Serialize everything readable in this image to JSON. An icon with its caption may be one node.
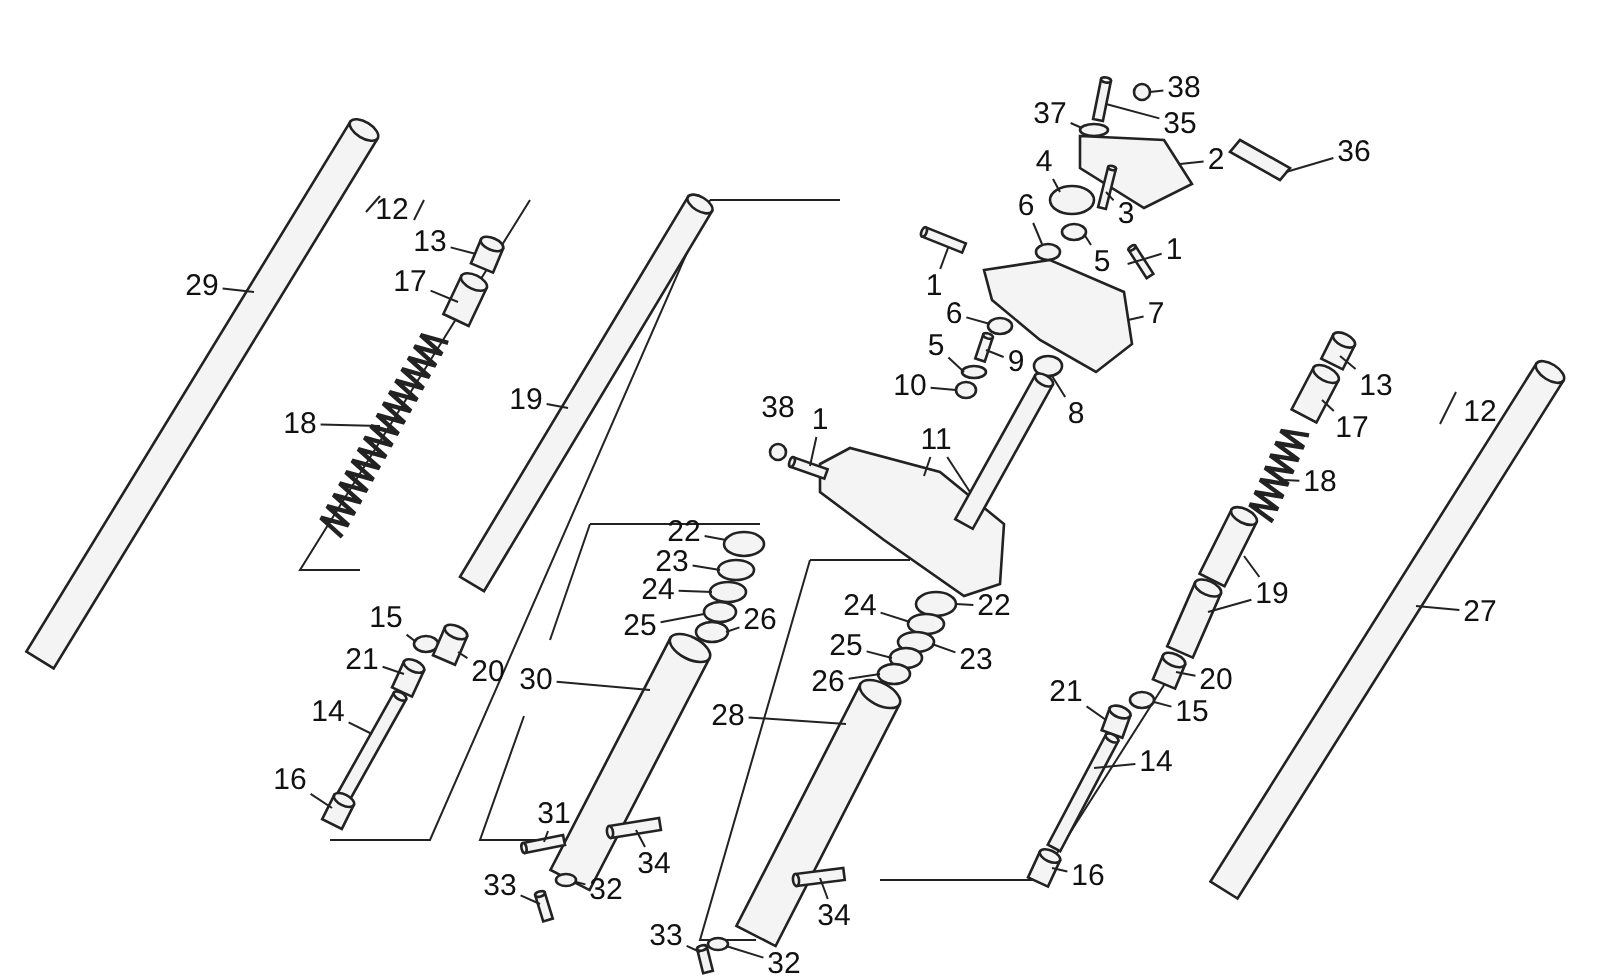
{
  "diagram": {
    "nodes": [
      {
        "text": [
          "38"
        ]
      },
      {
        "text": [
          "37"
        ]
      },
      {
        "text": [
          "35"
        ]
      },
      {
        "text": [
          "2"
        ]
      },
      {
        "text": [
          "36"
        ]
      },
      {
        "text": [
          "4"
        ]
      },
      {
        "text": [
          "6"
        ]
      },
      {
        "text": [
          "12"
        ]
      },
      {
        "text": [
          "3"
        ]
      },
      {
        "text": [
          "13"
        ]
      },
      {
        "text": [
          "5"
        ]
      },
      {
        "text": [
          "1"
        ]
      },
      {
        "text": [
          "17"
        ]
      },
      {
        "text": [
          "29"
        ]
      },
      {
        "text": [
          "1"
        ]
      },
      {
        "text": [
          "7"
        ]
      },
      {
        "text": [
          "6"
        ]
      },
      {
        "text": [
          "5"
        ]
      },
      {
        "text": [
          "9"
        ]
      },
      {
        "text": [
          "10"
        ]
      },
      {
        "text": [
          "13"
        ]
      },
      {
        "text": [
          "19"
        ]
      },
      {
        "text": [
          "38"
        ]
      },
      {
        "text": [
          "12"
        ]
      },
      {
        "text": [
          "8"
        ]
      },
      {
        "text": [
          "1"
        ]
      },
      {
        "text": [
          "18"
        ]
      },
      {
        "text": [
          "17"
        ]
      },
      {
        "text": [
          "11"
        ]
      },
      {
        "text": [
          "18"
        ]
      },
      {
        "text": [
          "22"
        ]
      },
      {
        "text": [
          "23"
        ]
      },
      {
        "text": [
          "24"
        ]
      },
      {
        "text": [
          "19"
        ]
      },
      {
        "text": [
          "24"
        ]
      },
      {
        "text": [
          "27"
        ]
      },
      {
        "text": [
          "26"
        ]
      },
      {
        "text": [
          "15"
        ]
      },
      {
        "text": [
          "25"
        ]
      },
      {
        "text": [
          "22"
        ]
      },
      {
        "text": [
          "23"
        ]
      },
      {
        "text": [
          "20"
        ]
      },
      {
        "text": [
          "21"
        ]
      },
      {
        "text": [
          "20"
        ]
      },
      {
        "text": [
          "25"
        ]
      },
      {
        "text": [
          "26"
        ]
      },
      {
        "text": [
          "30"
        ]
      },
      {
        "text": [
          "21"
        ]
      },
      {
        "text": [
          "15"
        ]
      },
      {
        "text": [
          "28"
        ]
      },
      {
        "text": [
          "14"
        ]
      },
      {
        "text": [
          "14"
        ]
      },
      {
        "text": [
          "16"
        ]
      },
      {
        "text": [
          "31"
        ]
      },
      {
        "text": [
          "34"
        ]
      },
      {
        "text": [
          "16"
        ]
      },
      {
        "text": [
          "33"
        ]
      },
      {
        "text": [
          "32"
        ]
      },
      {
        "text": [
          "34"
        ]
      },
      {
        "text": [
          "33"
        ]
      },
      {
        "text": [
          "32"
        ]
      },
      {
        "text": [],
        "shape": "circle"
      },
      {
        "text": [],
        "shape": "cylinder"
      },
      {
        "text": [],
        "shape": "circle"
      },
      {
        "text": [],
        "shape": "box"
      },
      {
        "text": [],
        "shape": "box"
      },
      {
        "text": [],
        "shape": "circle"
      },
      {
        "text": [],
        "shape": "cylinder"
      },
      {
        "text": [],
        "shape": "circle"
      },
      {
        "text": [],
        "shape": "circle"
      },
      {
        "text": [],
        "shape": "cylinder"
      },
      {
        "text": [],
        "shape": "cylinder"
      },
      {
        "text": [],
        "shape": "box"
      },
      {
        "text": [],
        "shape": "circle"
      },
      {
        "text": [],
        "shape": "cylinder"
      },
      {
        "text": [],
        "shape": "circle"
      },
      {
        "text": [],
        "shape": "circle"
      },
      {
        "text": [],
        "shape": "circle"
      },
      {
        "text": [],
        "shape": "picture"
      },
      {
        "text": [],
        "shape": "cylinder"
      },
      {
        "text": [],
        "shape": "cylinder"
      },
      {
        "text": [],
        "shape": "cylinder"
      },
      {
        "text": [],
        "shape": "cylinder"
      },
      {
        "text": [],
        "shape": "cylinder"
      },
      {
        "text": [],
        "shape": "picture"
      },
      {
        "text": [],
        "shape": "cylinder"
      },
      {
        "text": [],
        "shape": "cylinder"
      },
      {
        "text": [],
        "shape": "picture"
      },
      {
        "text": [],
        "shape": "cylinder"
      },
      {
        "text": [],
        "shape": "cylinder"
      },
      {
        "text": [],
        "shape": "circle"
      },
      {
        "text": [],
        "shape": "circle"
      },
      {
        "text": [],
        "shape": "circle"
      },
      {
        "text": [],
        "shape": "circle"
      },
      {
        "text": [],
        "shape": "circle"
      },
      {
        "text": [],
        "shape": "cylinder"
      },
      {
        "text": [],
        "shape": "circle"
      },
      {
        "text": [],
        "shape": "circle"
      },
      {
        "text": [],
        "shape": "circle"
      },
      {
        "text": [],
        "shape": "circle"
      },
      {
        "text": [],
        "shape": "circle"
      },
      {
        "text": [],
        "shape": "cylinder"
      },
      {
        "text": [],
        "shape": "circle"
      },
      {
        "text": [],
        "shape": "cylinder"
      },
      {
        "text": [],
        "shape": "cylinder"
      },
      {
        "text": [],
        "shape": "cylinder"
      },
      {
        "text": [],
        "shape": "cylinder"
      },
      {
        "text": [],
        "shape": "cylinder"
      },
      {
        "text": [],
        "shape": "circle"
      },
      {
        "text": [],
        "shape": "cylinder"
      },
      {
        "text": [],
        "shape": "cylinder"
      },
      {
        "text": [],
        "shape": "cylinder"
      },
      {
        "text": [],
        "shape": "cylinder"
      },
      {
        "text": [],
        "shape": "cylinder"
      },
      {
        "text": [],
        "shape": "cylinder"
      },
      {
        "text": [],
        "shape": "circle"
      },
      {
        "text": [],
        "shape": "cylinder"
      },
      {
        "text": [],
        "shape": "cylinder"
      },
      {
        "text": [],
        "shape": "circle"
      },
      {
        "text": [],
        "shape": "cylinder"
      }
    ],
    "edges": [
      {
        "from": 0,
        "to": 61,
        "arrow": "none"
      },
      {
        "from": 1,
        "to": 63,
        "arrow": "none"
      },
      {
        "from": 2,
        "to": 62,
        "arrow": "none"
      },
      {
        "from": 3,
        "to": 64,
        "arrow": "none"
      },
      {
        "from": 4,
        "to": 65,
        "arrow": "none"
      },
      {
        "from": 5,
        "to": 66,
        "arrow": "none"
      },
      {
        "from": 6,
        "to": 69,
        "arrow": "none"
      },
      {
        "from": 8,
        "to": 67,
        "arrow": "none"
      },
      {
        "from": 9,
        "to": 80,
        "arrow": "none"
      },
      {
        "from": 10,
        "to": 68,
        "arrow": "none"
      },
      {
        "from": 11,
        "to": 70,
        "arrow": "none"
      },
      {
        "from": 12,
        "to": 81,
        "arrow": "none"
      },
      {
        "from": 13,
        "to": 82,
        "arrow": "none"
      },
      {
        "from": 14,
        "to": 71,
        "arrow": "none"
      },
      {
        "from": 15,
        "to": 72,
        "arrow": "none"
      },
      {
        "from": 16,
        "to": 73,
        "arrow": "none"
      },
      {
        "from": 17,
        "to": 75,
        "arrow": "none"
      },
      {
        "from": 18,
        "to": 74,
        "arrow": "none"
      },
      {
        "from": 19,
        "to": 76,
        "arrow": "none"
      },
      {
        "from": 20,
        "to": 85,
        "arrow": "none"
      },
      {
        "from": 21,
        "to": 83,
        "arrow": "none"
      },
      {
        "from": 24,
        "to": 77,
        "arrow": "none"
      },
      {
        "from": 25,
        "to": 79,
        "arrow": "none"
      },
      {
        "from": 26,
        "to": 84,
        "arrow": "none"
      },
      {
        "from": 27,
        "to": 86,
        "arrow": "none"
      },
      {
        "from": 28,
        "to": 78,
        "arrow": "none"
      },
      {
        "from": 28,
        "to": 78,
        "arrow": "none"
      },
      {
        "from": 29,
        "to": 87,
        "arrow": "none"
      },
      {
        "from": 30,
        "to": 90,
        "arrow": "none"
      },
      {
        "from": 31,
        "to": 91,
        "arrow": "none"
      },
      {
        "from": 32,
        "to": 92,
        "arrow": "none"
      },
      {
        "from": 33,
        "to": 88,
        "arrow": "none"
      },
      {
        "from": 33,
        "to": 89,
        "arrow": "none"
      },
      {
        "from": 34,
        "to": 97,
        "arrow": "none"
      },
      {
        "from": 35,
        "to": 119,
        "arrow": "none"
      },
      {
        "from": 36,
        "to": 94,
        "arrow": "none"
      },
      {
        "from": 37,
        "to": 102,
        "arrow": "none"
      },
      {
        "from": 38,
        "to": 93,
        "arrow": "none"
      },
      {
        "from": 39,
        "to": 96,
        "arrow": "none"
      },
      {
        "from": 40,
        "to": 98,
        "arrow": "none"
      },
      {
        "from": 41,
        "to": 103,
        "arrow": "none"
      },
      {
        "from": 42,
        "to": 104,
        "arrow": "none"
      },
      {
        "from": 43,
        "to": 107,
        "arrow": "none"
      },
      {
        "from": 44,
        "to": 99,
        "arrow": "none"
      },
      {
        "from": 45,
        "to": 100,
        "arrow": "none"
      },
      {
        "from": 46,
        "to": 95,
        "arrow": "none"
      },
      {
        "from": 47,
        "to": 109,
        "arrow": "none"
      },
      {
        "from": 48,
        "to": 108,
        "arrow": "none"
      },
      {
        "from": 49,
        "to": 101,
        "arrow": "none"
      },
      {
        "from": 50,
        "to": 105,
        "arrow": "none"
      },
      {
        "from": 51,
        "to": 110,
        "arrow": "none"
      },
      {
        "from": 52,
        "to": 106,
        "arrow": "none"
      },
      {
        "from": 53,
        "to": 112,
        "arrow": "none"
      },
      {
        "from": 54,
        "to": 113,
        "arrow": "none"
      },
      {
        "from": 55,
        "to": 111,
        "arrow": "none"
      },
      {
        "from": 56,
        "to": 114,
        "arrow": "none"
      },
      {
        "from": 57,
        "to": 115,
        "arrow": "none"
      },
      {
        "from": 58,
        "to": 116,
        "arrow": "none"
      },
      {
        "from": 59,
        "to": 117,
        "arrow": "none"
      },
      {
        "from": 60,
        "to": 118,
        "arrow": "none"
      }
    ]
  }
}
